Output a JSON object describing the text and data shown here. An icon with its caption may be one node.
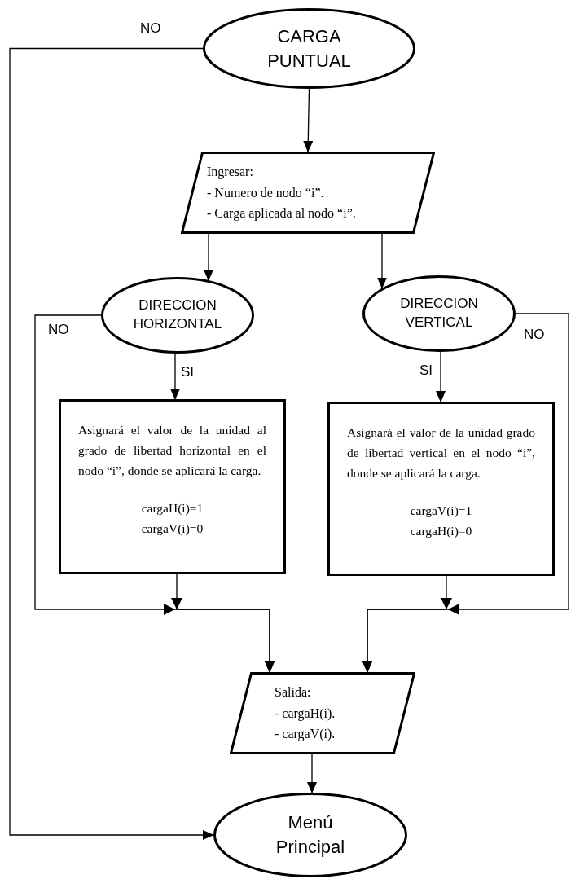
{
  "diagram": {
    "nodes": [
      {
        "text": [
          "CARGA PUNTUAL"
        ]
      },
      {
        "text": [
          "Ingresar:",
          "- Numero de nodo “i”.",
          "- Carga aplicada al nodo “i”."
        ]
      },
      {
        "text": [
          "DIRECCION HORIZONTAL"
        ]
      },
      {
        "text": [
          "DIRECCION VERTICAL"
        ]
      },
      {
        "text": [
          "Asignará el valor de la unidad al grado de libertad horizontal en el nodo “i”, donde se aplicará la carga.",
          "cargaH(i)=1",
          "cargaV(i)=0"
        ]
      },
      {
        "text": [
          "Asignará el valor de la unidad grado de libertad vertical en el nodo “i”, donde se aplicará la carga.",
          "cargaV(i)=1",
          "cargaH(i)=0"
        ]
      },
      {
        "text": [
          "Salida:",
          "- cargaH(i).",
          "- cargaV(i)."
        ]
      },
      {
        "text": [
          "Menú Principal"
        ]
      }
    ],
    "edges": [
      {
        "from": 0,
        "to": 1,
        "arrow": "to"
      },
      {
        "from": 0,
        "to": 7,
        "arrow": "to",
        "label": "NO"
      },
      {
        "from": 1,
        "to": 2,
        "arrow": "to"
      },
      {
        "from": 1,
        "to": 3,
        "arrow": "to"
      },
      {
        "from": 2,
        "to": 4,
        "arrow": "to",
        "label": "SI"
      },
      {
        "from": 3,
        "to": 5,
        "arrow": "to",
        "label": "SI"
      },
      {
        "from": 2,
        "to": 6,
        "arrow": "to",
        "label": "NO"
      },
      {
        "from": 4,
        "to": 6,
        "arrow": "to"
      },
      {
        "from": 5,
        "to": 6,
        "arrow": "to"
      },
      {
        "from": 3,
        "to": 6,
        "arrow": "to",
        "label": "NO"
      },
      {
        "from": 6,
        "to": 7,
        "arrow": "to"
      }
    ]
  }
}
